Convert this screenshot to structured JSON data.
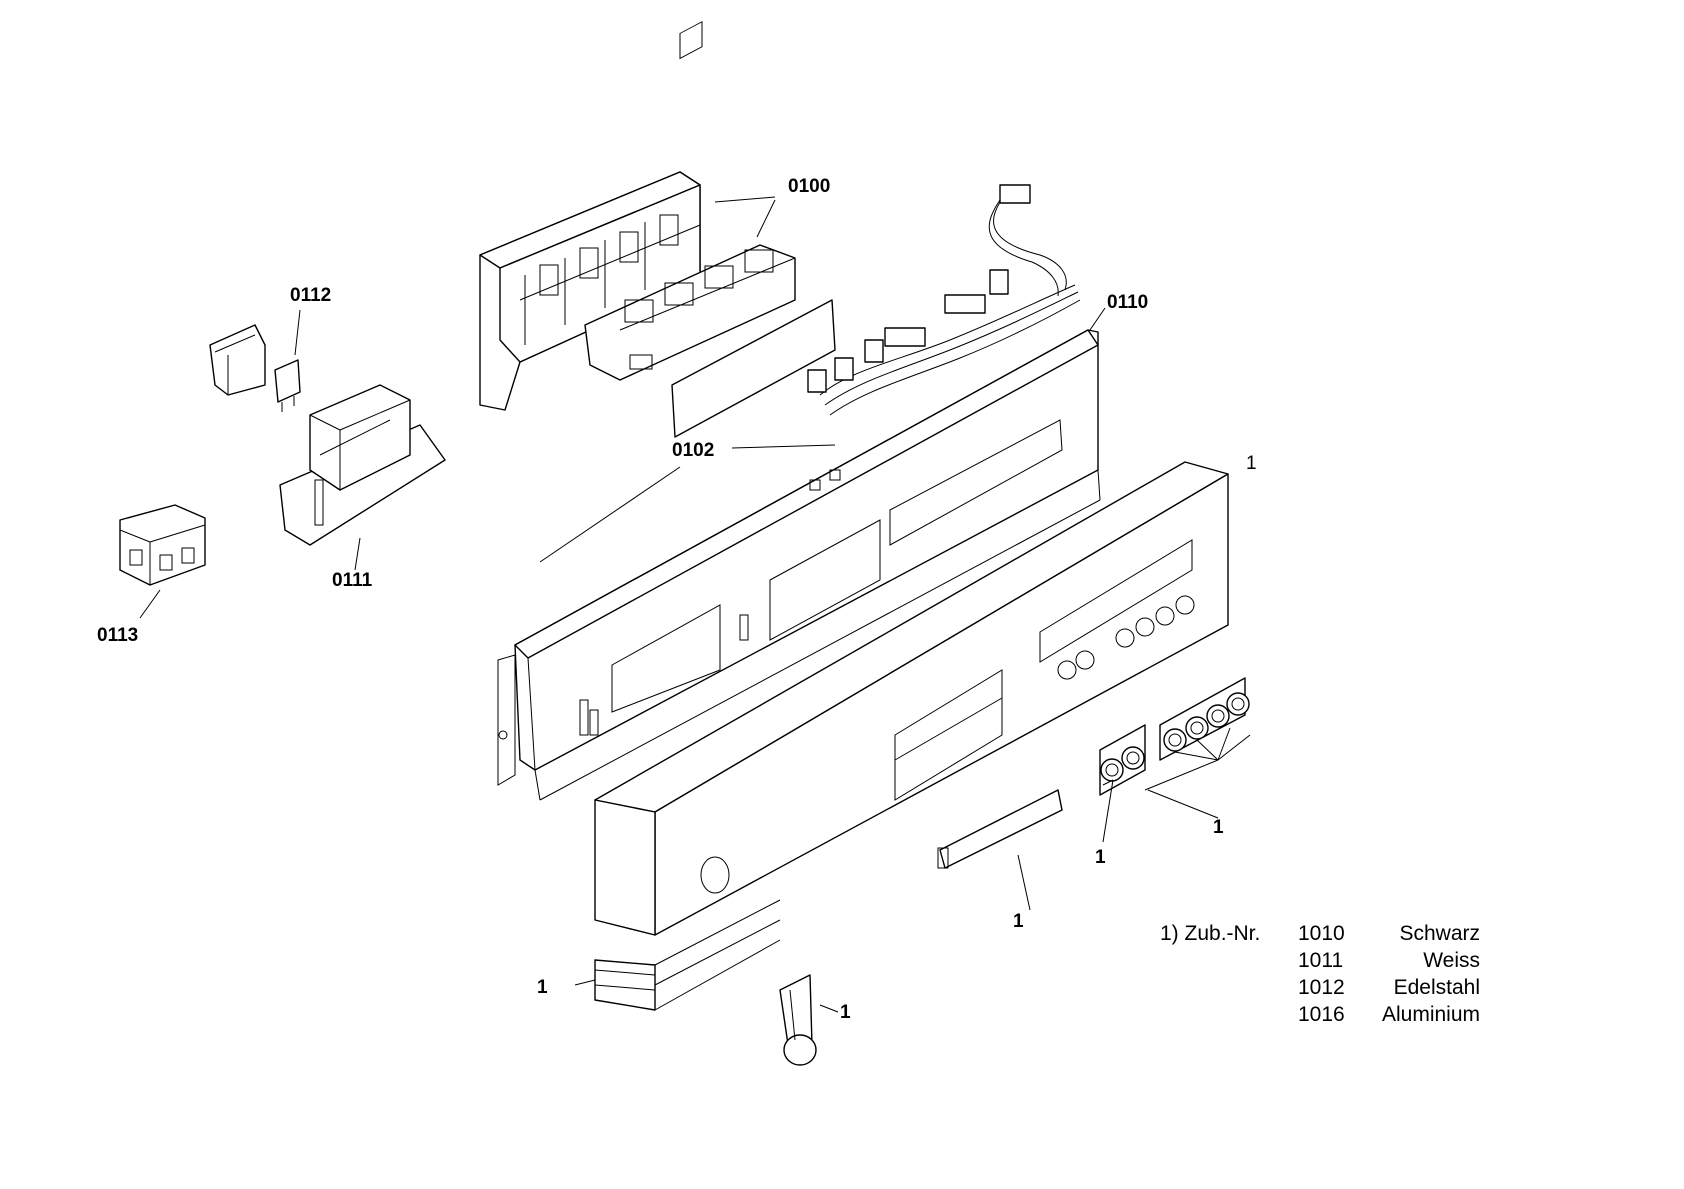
{
  "part_labels": {
    "p0100": "0100",
    "p0110": "0110",
    "p0102": "0102",
    "p0111": "0111",
    "p0112": "0112",
    "p0113": "0113",
    "a1_top": "1",
    "a1_knobs_right": "1",
    "a1_knobs_left": "1",
    "a1_cover": "1",
    "a1_seal": "1",
    "a1_clip": "1"
  },
  "accessory_note": {
    "prefix": "1) Zub.-Nr.",
    "rows": [
      {
        "number": "1010",
        "name": "Schwarz"
      },
      {
        "number": "1011",
        "name": "Weiss"
      },
      {
        "number": "1012",
        "name": "Edelstahl"
      },
      {
        "number": "1016",
        "name": "Aluminium"
      }
    ]
  }
}
